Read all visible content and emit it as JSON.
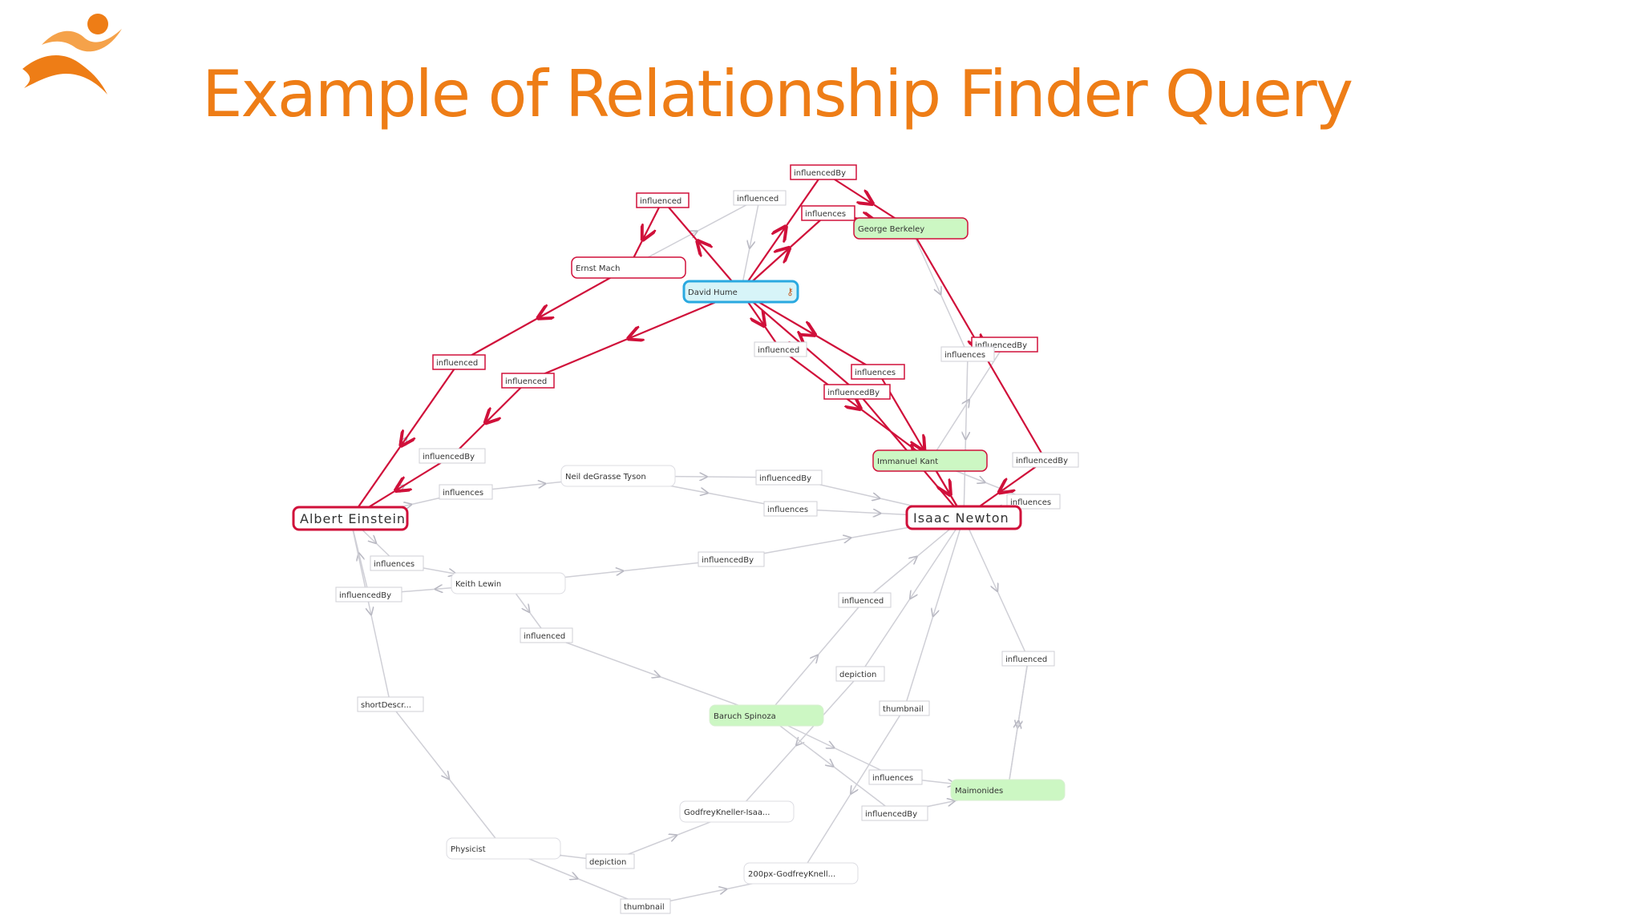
{
  "slide": {
    "title": "Example of Relationship Finder Query"
  },
  "colors": {
    "title": "#ee7d16",
    "path_edge": "#d0103a",
    "other_edge": "#cfcfd6",
    "node_green": "#ccf7c3",
    "node_selected_border": "#2aa9e0",
    "node_selected_fill": "#d7f4f8",
    "key_icon": "#c75a1f"
  },
  "nodes": [
    {
      "id": "einstein",
      "label": "Albert Einstein",
      "kind": "endpoint"
    },
    {
      "id": "newton",
      "label": "Isaac Newton",
      "kind": "endpoint"
    },
    {
      "id": "hume",
      "label": "David Hume",
      "kind": "selected"
    },
    {
      "id": "berkeley",
      "label": "George Berkeley",
      "kind": "path"
    },
    {
      "id": "kant",
      "label": "Immanuel Kant",
      "kind": "path"
    },
    {
      "id": "spinoza",
      "label": "Baruch Spinoza",
      "kind": "green"
    },
    {
      "id": "maimonides",
      "label": "Maimonides",
      "kind": "green"
    },
    {
      "id": "mach",
      "label": "Ernst Mach",
      "kind": "path-plain"
    },
    {
      "id": "tyson",
      "label": "Neil deGrasse Tyson",
      "kind": "plain"
    },
    {
      "id": "lewin",
      "label": "Keith Lewin",
      "kind": "plain"
    },
    {
      "id": "physicist",
      "label": "Physicist",
      "kind": "plain"
    },
    {
      "id": "kneller1",
      "label": "GodfreyKneller-Isaa...",
      "kind": "plain"
    },
    {
      "id": "kneller2",
      "label": "200px-GodfreyKnell...",
      "kind": "plain"
    }
  ],
  "edge_labels": [
    {
      "id": "e1",
      "label": "influencedBy",
      "path": true
    },
    {
      "id": "e2",
      "label": "influenced",
      "path": true
    },
    {
      "id": "e3",
      "label": "influenced",
      "path": false
    },
    {
      "id": "e4",
      "label": "influences",
      "path": true
    },
    {
      "id": "e5",
      "label": "influenced",
      "path": true
    },
    {
      "id": "e6",
      "label": "influenced",
      "path": true
    },
    {
      "id": "e7",
      "label": "influenced",
      "path": false
    },
    {
      "id": "e8",
      "label": "influences",
      "path": true
    },
    {
      "id": "e9",
      "label": "influencedBy",
      "path": true
    },
    {
      "id": "e10",
      "label": "influencedBy",
      "path": true
    },
    {
      "id": "e11",
      "label": "influences",
      "path": false
    },
    {
      "id": "e12",
      "label": "influencedBy",
      "path": false
    },
    {
      "id": "e13",
      "label": "influences",
      "path": false
    },
    {
      "id": "e14",
      "label": "influencedBy",
      "path": false
    },
    {
      "id": "e15",
      "label": "influences",
      "path": false
    },
    {
      "id": "e16",
      "label": "influencedBy",
      "path": false
    },
    {
      "id": "e17",
      "label": "influences",
      "path": false
    },
    {
      "id": "e18",
      "label": "influences",
      "path": false
    },
    {
      "id": "e19",
      "label": "influencedBy",
      "path": false
    },
    {
      "id": "e20",
      "label": "influencedBy",
      "path": false
    },
    {
      "id": "e21",
      "label": "influenced",
      "path": false
    },
    {
      "id": "e22",
      "label": "influenced",
      "path": false
    },
    {
      "id": "e23",
      "label": "depiction",
      "path": false
    },
    {
      "id": "e24",
      "label": "influenced",
      "path": false
    },
    {
      "id": "e25",
      "label": "shortDescr...",
      "path": false
    },
    {
      "id": "e26",
      "label": "thumbnail",
      "path": false
    },
    {
      "id": "e27",
      "label": "influences",
      "path": false
    },
    {
      "id": "e28",
      "label": "influencedBy",
      "path": false
    },
    {
      "id": "e29",
      "label": "depiction",
      "path": false
    },
    {
      "id": "e30",
      "label": "thumbnail",
      "path": false
    }
  ]
}
